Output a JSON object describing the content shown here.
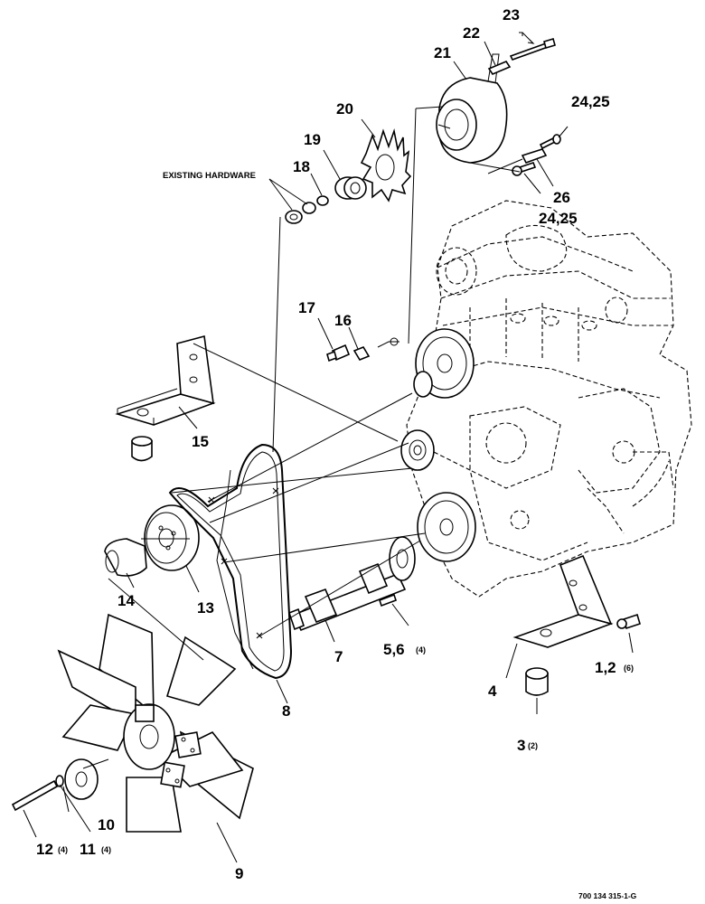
{
  "hardware_note": "EXISTING HARDWARE",
  "reference": "700 134 315-1-G",
  "callouts": [
    {
      "id": "c23",
      "num": "23",
      "qty": ""
    },
    {
      "id": "c22",
      "num": "22",
      "qty": ""
    },
    {
      "id": "c21",
      "num": "21",
      "qty": ""
    },
    {
      "id": "c20",
      "num": "20",
      "qty": ""
    },
    {
      "id": "c19",
      "num": "19",
      "qty": ""
    },
    {
      "id": "c18",
      "num": "18",
      "qty": ""
    },
    {
      "id": "c2425a",
      "num": "24,25",
      "qty": ""
    },
    {
      "id": "c26",
      "num": "26",
      "qty": ""
    },
    {
      "id": "c2425b",
      "num": "24,25",
      "qty": ""
    },
    {
      "id": "c17",
      "num": "17",
      "qty": ""
    },
    {
      "id": "c16",
      "num": "16",
      "qty": ""
    },
    {
      "id": "c15",
      "num": "15",
      "qty": ""
    },
    {
      "id": "c14",
      "num": "14",
      "qty": ""
    },
    {
      "id": "c13",
      "num": "13",
      "qty": ""
    },
    {
      "id": "c7",
      "num": "7",
      "qty": ""
    },
    {
      "id": "c56",
      "num": "5,6",
      "qty": "(4)"
    },
    {
      "id": "c12",
      "num": "1,2",
      "qty": "(6)"
    },
    {
      "id": "c4",
      "num": "4",
      "qty": ""
    },
    {
      "id": "c3",
      "num": "3",
      "qty": "(2)"
    },
    {
      "id": "c8",
      "num": "8",
      "qty": ""
    },
    {
      "id": "c10",
      "num": "10",
      "qty": ""
    },
    {
      "id": "c1211",
      "num": "12",
      "qty": "(4)"
    },
    {
      "id": "c11",
      "num": "11",
      "qty": "(4)"
    },
    {
      "id": "c9",
      "num": "9",
      "qty": ""
    }
  ]
}
